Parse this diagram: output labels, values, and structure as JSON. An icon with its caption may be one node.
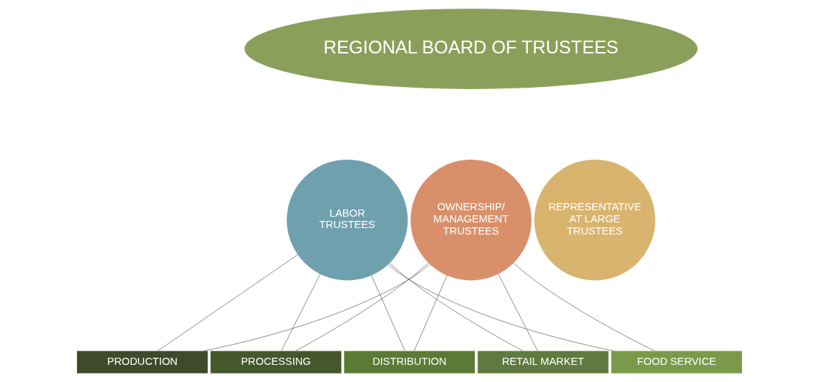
{
  "diagram": {
    "nodes": [
      {
        "text": [
          "REGIONAL BOARD OF TRUSTEES"
        ]
      },
      {
        "text": [
          "LABOR TRUSTEES"
        ]
      },
      {
        "text": [
          "OWNERSHIP/ MANAGEMENT TRUSTEES"
        ]
      },
      {
        "text": [
          "REPRESENTATIVE AT LARGE TRUSTEES"
        ]
      },
      {
        "text": [
          "PRODUCTION"
        ]
      },
      {
        "text": [
          "PROCESSING"
        ]
      },
      {
        "text": [
          "DISTRIBUTION"
        ]
      },
      {
        "text": [
          "RETAIL MARKET"
        ]
      },
      {
        "text": [
          "FOOD SERVICE"
        ]
      }
    ],
    "edges": [
      {
        "from": 1,
        "to": 4,
        "arrow": "none"
      },
      {
        "from": 1,
        "to": 5,
        "arrow": "none"
      },
      {
        "from": 1,
        "to": 6,
        "arrow": "none"
      },
      {
        "from": 1,
        "to": 7,
        "arrow": "none"
      },
      {
        "from": 1,
        "to": 8,
        "arrow": "none"
      },
      {
        "from": 2,
        "to": 4,
        "arrow": "none"
      },
      {
        "from": 2,
        "to": 5,
        "arrow": "none"
      },
      {
        "from": 2,
        "to": 6,
        "arrow": "none"
      },
      {
        "from": 2,
        "to": 7,
        "arrow": "none"
      },
      {
        "from": 2,
        "to": 8,
        "arrow": "none"
      }
    ]
  }
}
